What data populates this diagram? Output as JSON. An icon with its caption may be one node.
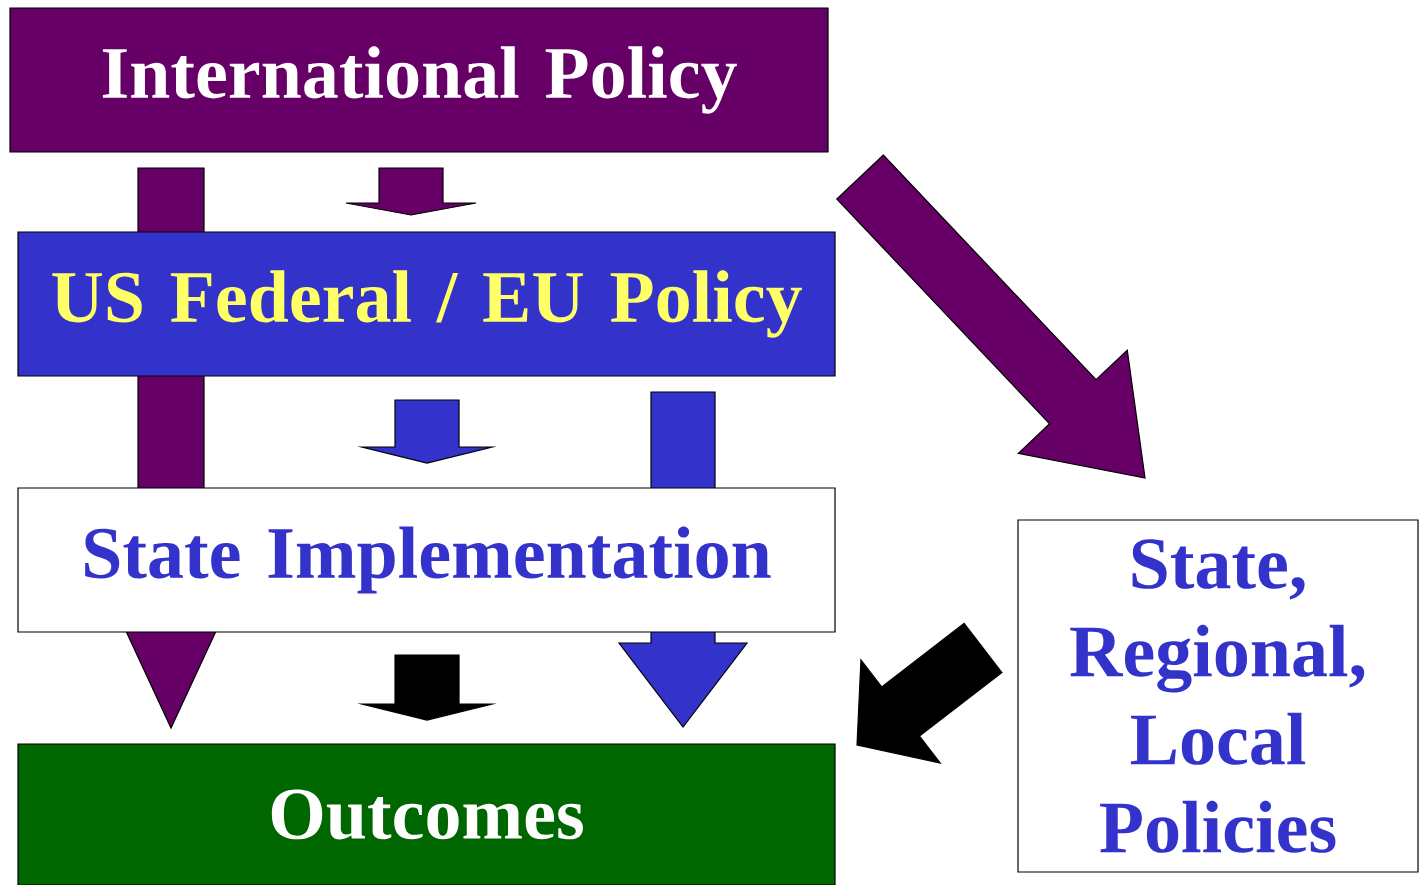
{
  "diagram": {
    "nodes": [
      {
        "text": [
          "International Policy"
        ]
      },
      {
        "text": [
          "US Federal / EU Policy"
        ]
      },
      {
        "text": [
          "State Implementation"
        ]
      },
      {
        "text": [
          "Outcomes"
        ]
      },
      {
        "text": [
          "State, Regional, Local Policies"
        ]
      }
    ],
    "edges": [
      {
        "from": 0,
        "to": 1,
        "arrow": "to",
        "color": "#660066"
      },
      {
        "from": 0,
        "to": 3,
        "arrow": "to",
        "color": "#660066"
      },
      {
        "from": 0,
        "to": 4,
        "arrow": "to",
        "color": "#660066"
      },
      {
        "from": 1,
        "to": 2,
        "arrow": "to",
        "color": "#3333cc"
      },
      {
        "from": 1,
        "to": 3,
        "arrow": "to",
        "color": "#3333cc"
      },
      {
        "from": 2,
        "to": 3,
        "arrow": "to",
        "color": "#000000"
      },
      {
        "from": 4,
        "to": 3,
        "arrow": "to",
        "color": "#000000"
      }
    ]
  }
}
